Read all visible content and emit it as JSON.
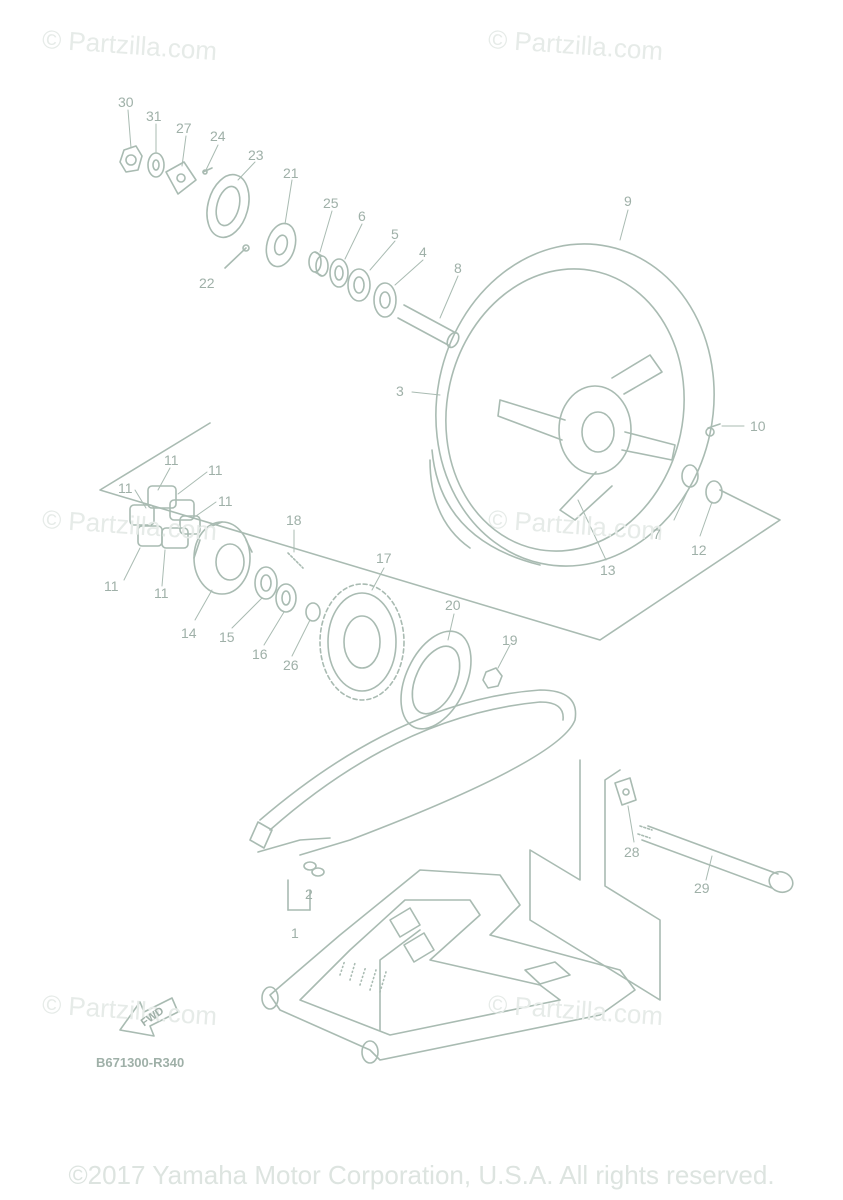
{
  "watermark": "© Partzilla.com",
  "diagram_code": "B671300-R340",
  "fwd_label": "FWD",
  "copyright": "©2017 Yamaha Motor Corporation, U.S.A. All rights reserved.",
  "callouts": {
    "c30": "30",
    "c31": "31",
    "c27": "27",
    "c24": "24",
    "c23": "23",
    "c21": "21",
    "c25": "25",
    "c6": "6",
    "c5": "5",
    "c4": "4",
    "c8": "8",
    "c9": "9",
    "c22": "22",
    "c3": "3",
    "c10": "10",
    "c7": "7",
    "c12": "12",
    "c13": "13",
    "c11a": "11",
    "c11b": "11",
    "c11c": "11",
    "c11d": "11",
    "c11e": "11",
    "c11f": "11",
    "c18": "18",
    "c17": "17",
    "c20": "20",
    "c19": "19",
    "c14": "14",
    "c15": "15",
    "c16": "16",
    "c26": "26",
    "c28": "28",
    "c29": "29",
    "c2": "2",
    "c1": "1"
  },
  "colors": {
    "line": "#a9bbb2",
    "watermark": "#e6ebe8",
    "label": "#9fb0a8"
  }
}
